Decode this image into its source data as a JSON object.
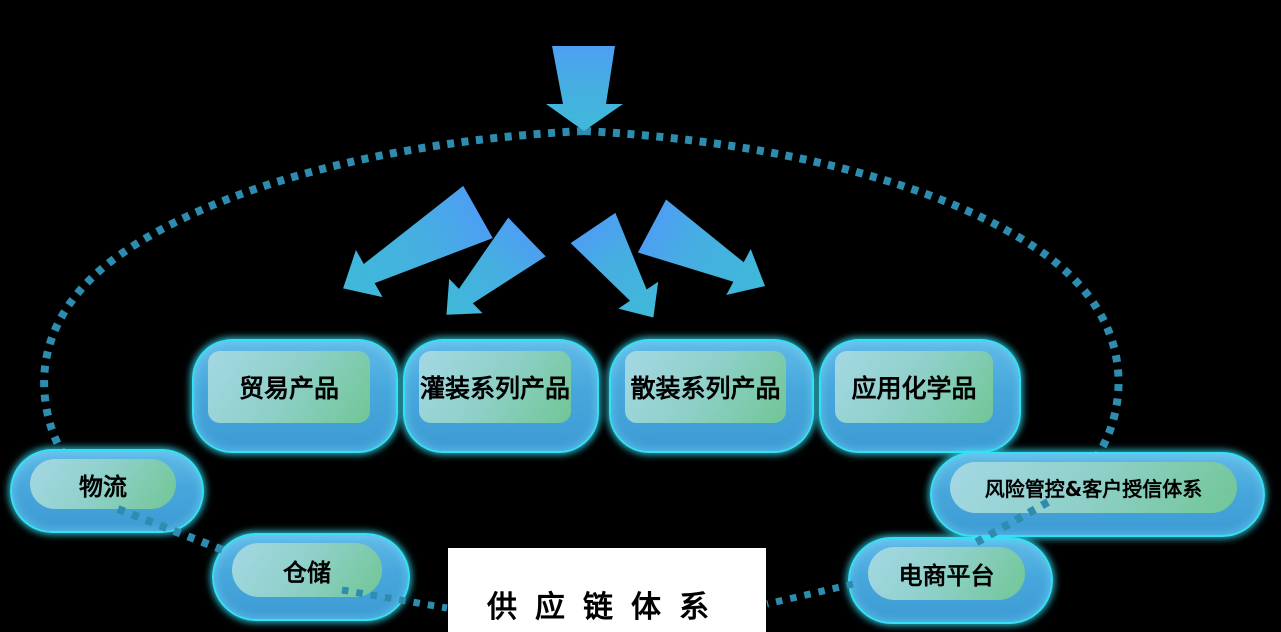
{
  "diagram_title": "供应链体系",
  "product_boxes": [
    {
      "id": "trade",
      "label": "贸易产品"
    },
    {
      "id": "filling",
      "label": "灌装系列产品"
    },
    {
      "id": "bulk",
      "label": "散装系列产品"
    },
    {
      "id": "chemicals",
      "label": "应用化学品"
    }
  ],
  "chain_nodes": [
    {
      "id": "logistics",
      "label": "物流"
    },
    {
      "id": "warehouse",
      "label": "仓储"
    },
    {
      "id": "ecommerce",
      "label": "电商平台"
    },
    {
      "id": "risk",
      "label": "风险管控&客户授信体系"
    }
  ],
  "footer": {
    "label": "供应链体系"
  },
  "colors": {
    "background": "#000000",
    "dotted_line": "#2E8CAE",
    "arrow_gradient_start": "#4D9FF2",
    "arrow_gradient_end": "#3FB9D9",
    "shell_blue_top": "#62BAE8",
    "shell_blue_bottom": "#3E9BD4",
    "shell_border_cyan": "#35E0F6",
    "panel_gradient_start": "#A4D8E4",
    "panel_gradient_end": "#70C695",
    "footer_background": "#FFFFFF",
    "text": "#000000"
  }
}
